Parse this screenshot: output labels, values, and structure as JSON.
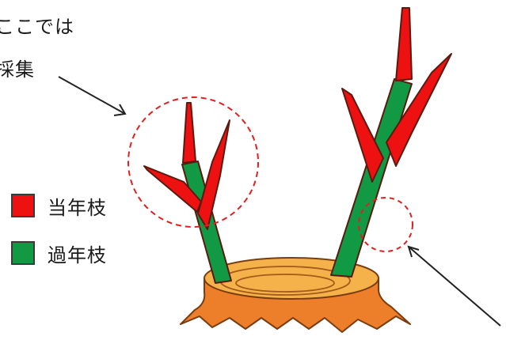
{
  "labels": {
    "top_line1": "ここでは",
    "top_line2": "採集"
  },
  "legend": [
    {
      "label": "当年枝",
      "color": "#ee1111"
    },
    {
      "label": "過年枝",
      "color": "#119944"
    }
  ],
  "colors": {
    "current_year_branch": "#ee1111",
    "past_year_branch": "#119944",
    "stump": "#ee7f2a",
    "stump_top": "#f6b24a",
    "circle": "#e02020",
    "arrow": "#222222"
  }
}
